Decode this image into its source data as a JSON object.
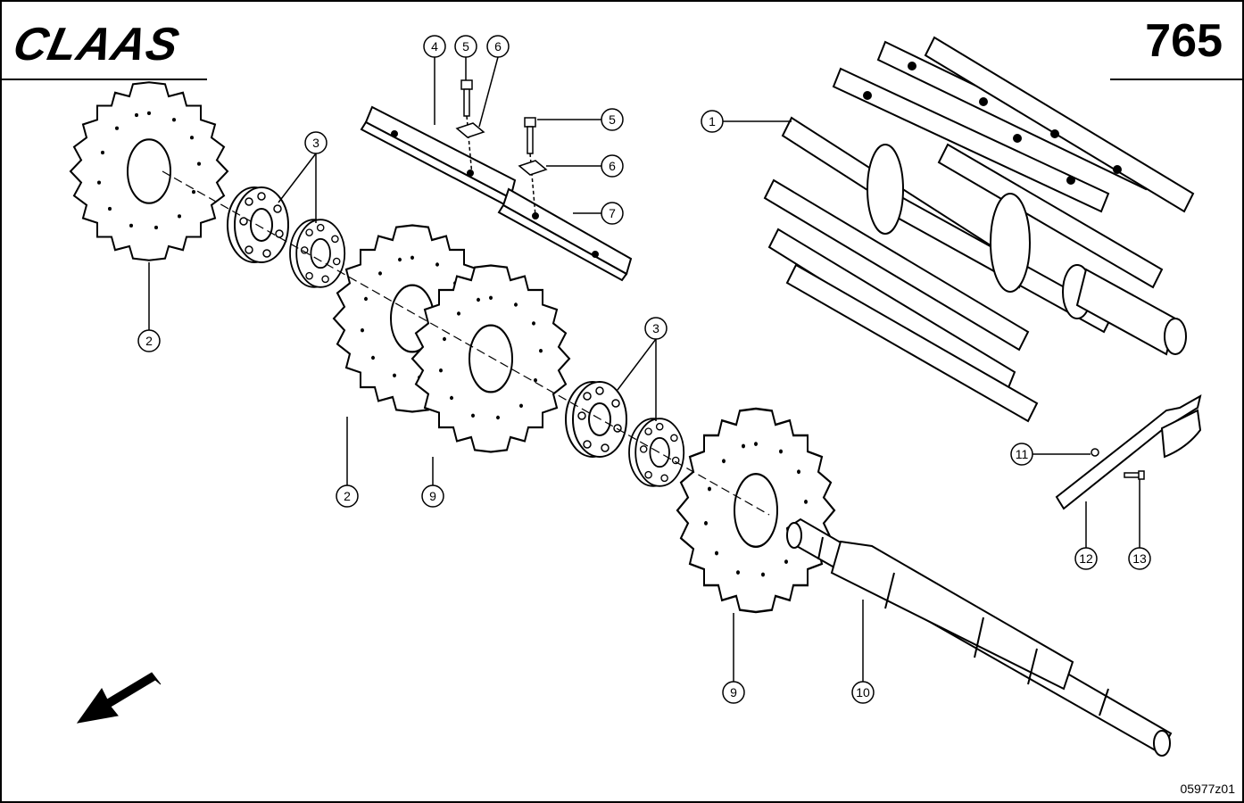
{
  "header": {
    "brand": "CLAAS",
    "page_number": "765"
  },
  "footer": {
    "drawing_ref": "05977z01"
  },
  "icons": {
    "direction_arrow": "direction-arrow-icon"
  },
  "callouts": [
    {
      "id": "callout-1",
      "label": "1"
    },
    {
      "id": "callout-2a",
      "label": "2"
    },
    {
      "id": "callout-2b",
      "label": "2"
    },
    {
      "id": "callout-3a",
      "label": "3"
    },
    {
      "id": "callout-3b",
      "label": "3"
    },
    {
      "id": "callout-4",
      "label": "4"
    },
    {
      "id": "callout-5a",
      "label": "5"
    },
    {
      "id": "callout-5b",
      "label": "5"
    },
    {
      "id": "callout-6a",
      "label": "6"
    },
    {
      "id": "callout-6b",
      "label": "6"
    },
    {
      "id": "callout-7",
      "label": "7"
    },
    {
      "id": "callout-9a",
      "label": "9"
    },
    {
      "id": "callout-9b",
      "label": "9"
    },
    {
      "id": "callout-10",
      "label": "10"
    },
    {
      "id": "callout-11",
      "label": "11"
    },
    {
      "id": "callout-12",
      "label": "12"
    },
    {
      "id": "callout-13",
      "label": "13"
    }
  ]
}
